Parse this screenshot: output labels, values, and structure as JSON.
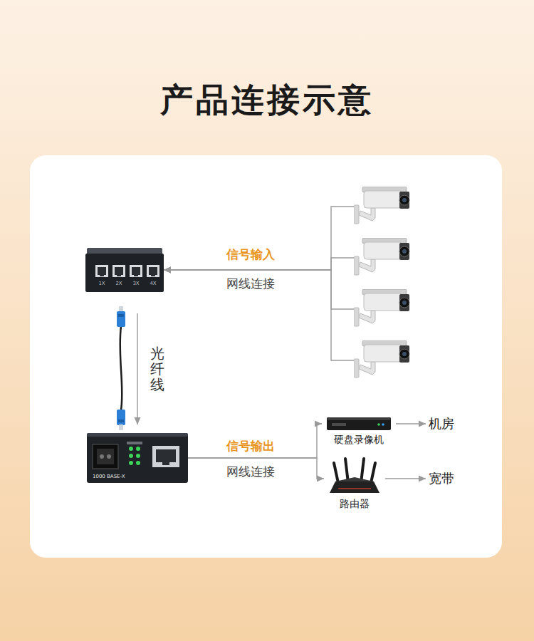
{
  "diagram": {
    "title": "产品连接示意",
    "nodes": [
      {
        "text": [
          "1X",
          "2X",
          "3X",
          "4X"
        ]
      },
      {
        "text": []
      },
      {
        "text": []
      },
      {
        "text": []
      },
      {
        "text": []
      },
      {
        "text": [
          "1000 BASE-X"
        ]
      },
      {
        "text": [
          "硬盘录像机"
        ]
      },
      {
        "text": [
          "机房"
        ]
      },
      {
        "text": [
          "路由器"
        ]
      },
      {
        "text": [
          "宽带"
        ]
      }
    ],
    "edges": [
      {
        "from": 1,
        "to": 0,
        "arrow": "to"
      },
      {
        "from": 2,
        "to": 0,
        "arrow": "to"
      },
      {
        "from": 3,
        "to": 0,
        "arrow": "to"
      },
      {
        "from": 4,
        "to": 0,
        "arrow": "to"
      },
      {
        "from": 0,
        "to": 5,
        "label": "光纤线",
        "arrow": "to"
      },
      {
        "from": 5,
        "to": 6,
        "arrow": "to"
      },
      {
        "from": 5,
        "to": 8,
        "arrow": "to"
      },
      {
        "from": 6,
        "to": 7,
        "arrow": "to"
      },
      {
        "from": 8,
        "to": 9,
        "arrow": "to"
      }
    ],
    "labels": [
      "信号输入",
      "网线连接",
      "信号输出",
      "网线连接"
    ]
  }
}
